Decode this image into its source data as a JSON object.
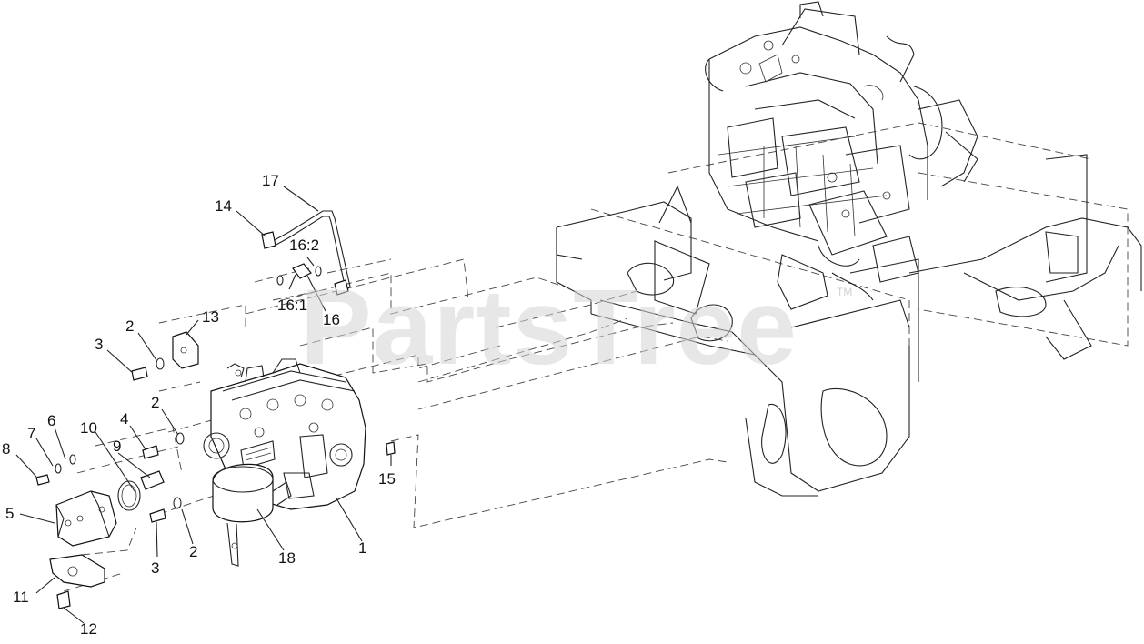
{
  "watermark": {
    "text": "PartsTree",
    "tm": "TM"
  },
  "callouts": {
    "c1": "1",
    "c2a": "2",
    "c2b": "2",
    "c2c": "2",
    "c3a": "3",
    "c3b": "3",
    "c4": "4",
    "c5": "5",
    "c6": "6",
    "c7": "7",
    "c8": "8",
    "c9": "9",
    "c10": "10",
    "c11": "11",
    "c12": "12",
    "c13": "13",
    "c14": "14",
    "c15": "15",
    "c16": "16",
    "c16_1": "16:1",
    "c16_2": "16:2",
    "c17": "17",
    "c18": "18"
  }
}
